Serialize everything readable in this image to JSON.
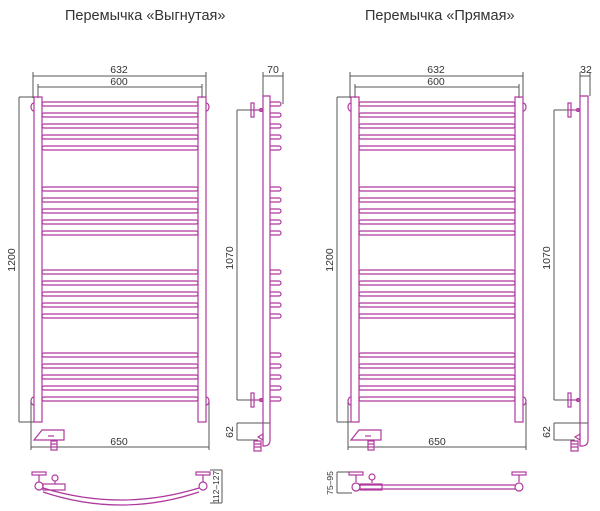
{
  "titles": {
    "left": "Перемычка «Выгнутая»",
    "right": "Перемычка «Прямая»"
  },
  "colors": {
    "pipe": "#b0389e",
    "dimension_line": "#555555",
    "text": "#333333"
  },
  "variants": [
    {
      "name": "Перемычка «Выгнутая»",
      "front_view": {
        "overall_width": "632",
        "rung_width": "600",
        "height": "1200",
        "base_width": "650",
        "rung_groups": 4,
        "rungs_per_group": 5
      },
      "side_view": {
        "depth": "70",
        "mount_spacing": "1070",
        "bottom_offset": "62"
      },
      "top_view": {
        "bridge_type": "curved",
        "wall_offset": "112–127"
      }
    },
    {
      "name": "Перемычка «Прямая»",
      "front_view": {
        "overall_width": "632",
        "rung_width": "600",
        "height": "1200",
        "base_width": "650",
        "rung_groups": 4,
        "rungs_per_group": 5
      },
      "side_view": {
        "depth": "32",
        "mount_spacing": "1070",
        "bottom_offset": "62"
      },
      "top_view": {
        "bridge_type": "straight",
        "wall_offset": "75–95"
      }
    }
  ]
}
